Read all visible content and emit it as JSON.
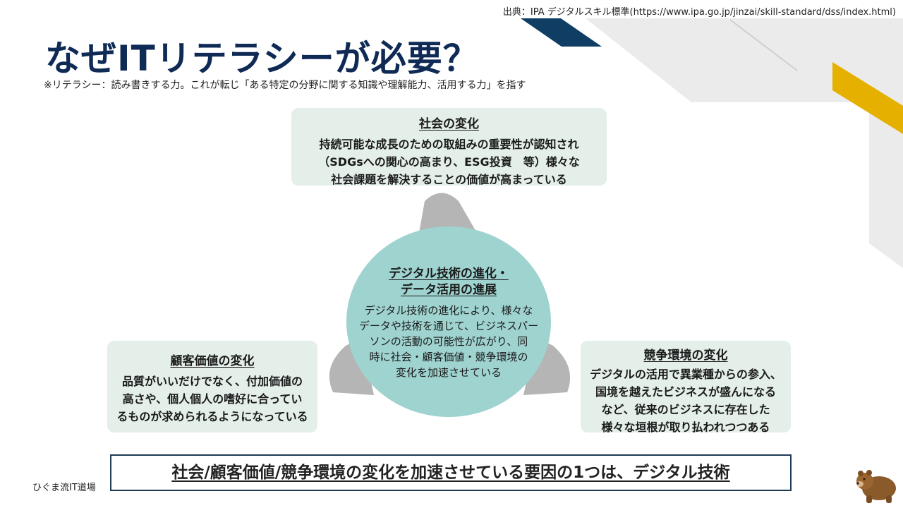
{
  "source": "出典：IPA デジタルスキル標準(https://www.ipa.go.jp/jinzai/skill-standard/dss/index.html)",
  "title": "なぜITリテラシーが必要？",
  "note": "※リテラシー：読み書きする力。これが転じ「ある特定の分野に関する知識や理解能力、活用する力」を指す",
  "center": {
    "title_lines": [
      "デジタル技術の進化・",
      "データ活用の進展"
    ],
    "body_lines": [
      "デジタル技術の進化により、様々な",
      "データや技術を通じて、ビジネスパー",
      "ソンの活動の可能性が広がり、同",
      "時に社会・顧客価値・競争環境の",
      "変化を加速させている"
    ]
  },
  "society": {
    "heading": "社会の変化",
    "body_lines": [
      "持続可能な成長のための取組みの重要性が認知され",
      "（SDGsへの関心の高まり、ESG投資　等）様々な",
      "社会課題を解決することの価値が高まっている"
    ]
  },
  "customer": {
    "heading": "顧客価値の変化",
    "body_lines": [
      "品質がいいだけでなく、付加価値の",
      "高さや、個人個人の嗜好に合ってい",
      "るものが求められるようになっている"
    ]
  },
  "competition": {
    "heading": "競争環境の変化",
    "body_lines": [
      "デジタルの活用で異業種からの参入、",
      "国境を越えたビジネスが盛んになる",
      "など、従来のビジネスに存在した",
      "様々な垣根が取り払われつつある"
    ]
  },
  "banner": "社会/顧客価値/競争環境の変化を加速させている要因の1つは、デジタル技術",
  "brand": "ひぐま流IT道場",
  "colors": {
    "title": "#0f2a55",
    "box_fill": "#e3efe8",
    "circle_fill": "#9fd3cf",
    "arrow_fill": "#b5b5b5",
    "navy_stripe": "#0f3d63",
    "gold_stripe": "#e6b000",
    "grey_stripe": "#e6e6e6"
  },
  "icons": [
    "bear-icon"
  ]
}
